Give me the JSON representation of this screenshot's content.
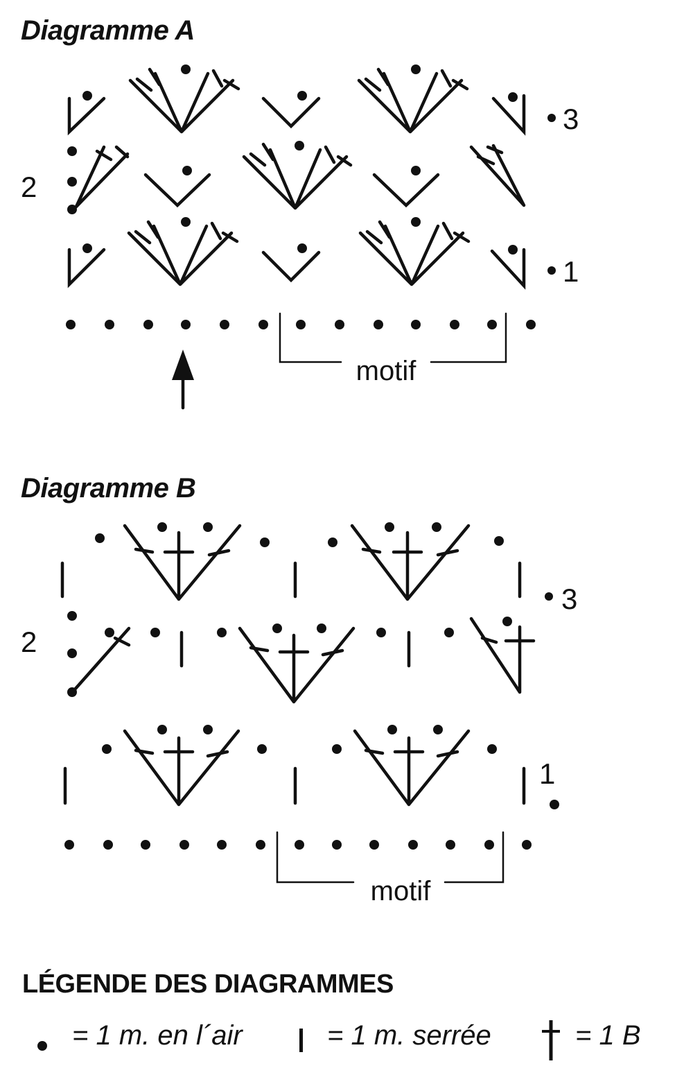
{
  "diagram_a": {
    "title": "Diagramme A",
    "row_labels": [
      "1",
      "2",
      "3"
    ],
    "motif_label": "motif"
  },
  "diagram_b": {
    "title": "Diagramme B",
    "row_labels": [
      "1",
      "2",
      "3"
    ],
    "motif_label": "motif"
  },
  "legend": {
    "title": "LÉGENDE DES DIAGRAMMES",
    "items": [
      {
        "symbol": "chain-dot-icon",
        "text": "= 1 m. en l´air"
      },
      {
        "symbol": "single-bar-icon",
        "text": "= 1 m. serrée"
      },
      {
        "symbol": "treble-cross-icon",
        "text": "= 1 B"
      }
    ]
  }
}
